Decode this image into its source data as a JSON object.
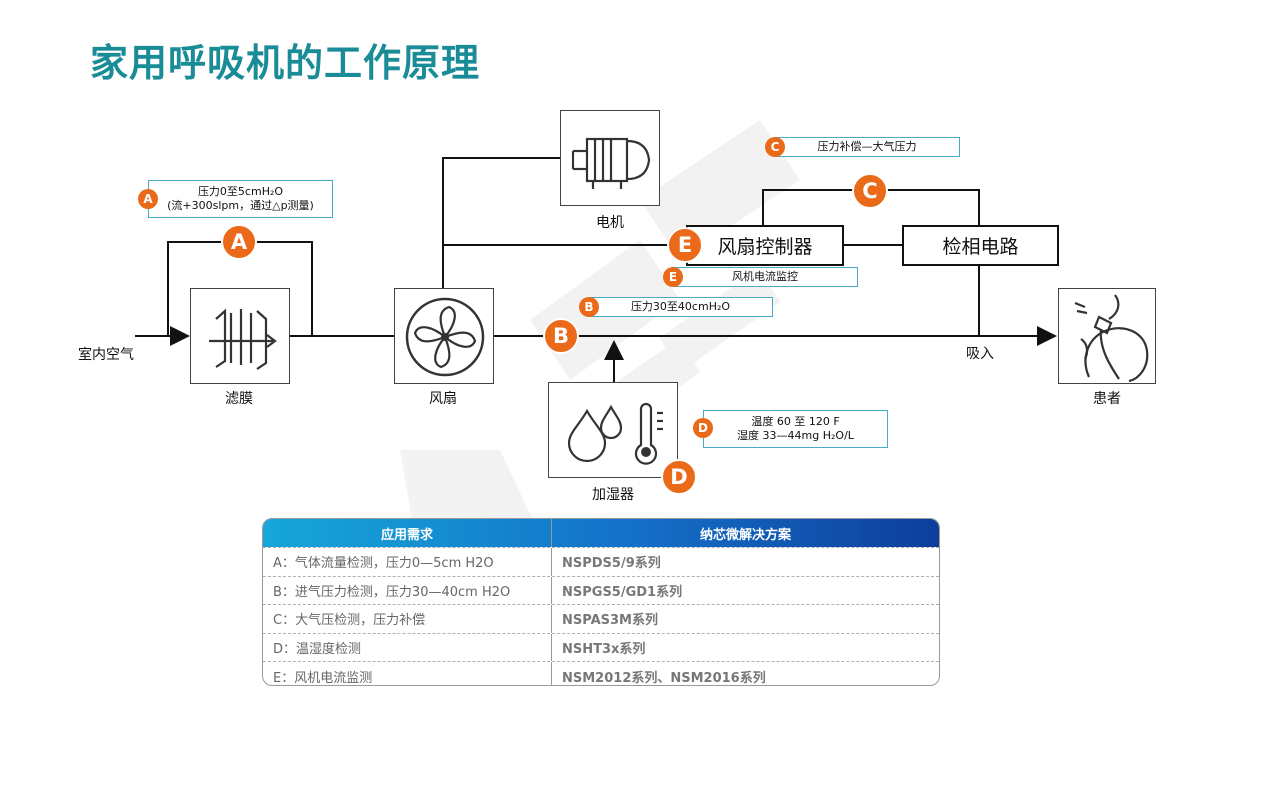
{
  "title": "家用呼吸机的工作原理",
  "nodes": {
    "indoor_air": "室内空气",
    "filter": "滤膜",
    "fan": "风扇",
    "motor": "电机",
    "humidifier": "加湿器",
    "fan_controller": "风扇控制器",
    "phase_detect": "检相电路",
    "inhale": "吸入",
    "patient": "患者"
  },
  "notes": {
    "a_line1": "压力0至5cmH₂O",
    "a_line2": "(流+300slpm，通过△p测量)",
    "b": "压力30至40cmH₂O",
    "c": "压力补偿—大气压力",
    "d_line1": "温度 60 至 120 F",
    "d_line2": "湿度 33—44mg H₂O/L",
    "e": "风机电流监控"
  },
  "badges": {
    "a": "A",
    "b": "B",
    "c": "C",
    "d": "D",
    "e": "E"
  },
  "table": {
    "headers": [
      "应用需求",
      "纳芯微解决方案"
    ],
    "rows": [
      [
        "A：气体流量检测，压力0—5cm H2O",
        "NSPDS5/9系列"
      ],
      [
        "B：进气压力检测，压力30—40cm H2O",
        "NSPGS5/GD1系列"
      ],
      [
        "C：大气压检测，压力补偿",
        "NSPAS3M系列"
      ],
      [
        "D：温湿度检测",
        "NSHT3x系列"
      ],
      [
        "E：风机电流监测",
        "NSM2012系列、NSM2016系列"
      ]
    ]
  },
  "colors": {
    "title": "#1a8c97",
    "badge": "#ea6a1a",
    "note_border": "#4aa8c9",
    "table_header": "#1470c8"
  },
  "icons": [
    "filter-icon",
    "fan-icon",
    "motor-icon",
    "humidifier-icon",
    "patient-icon"
  ]
}
